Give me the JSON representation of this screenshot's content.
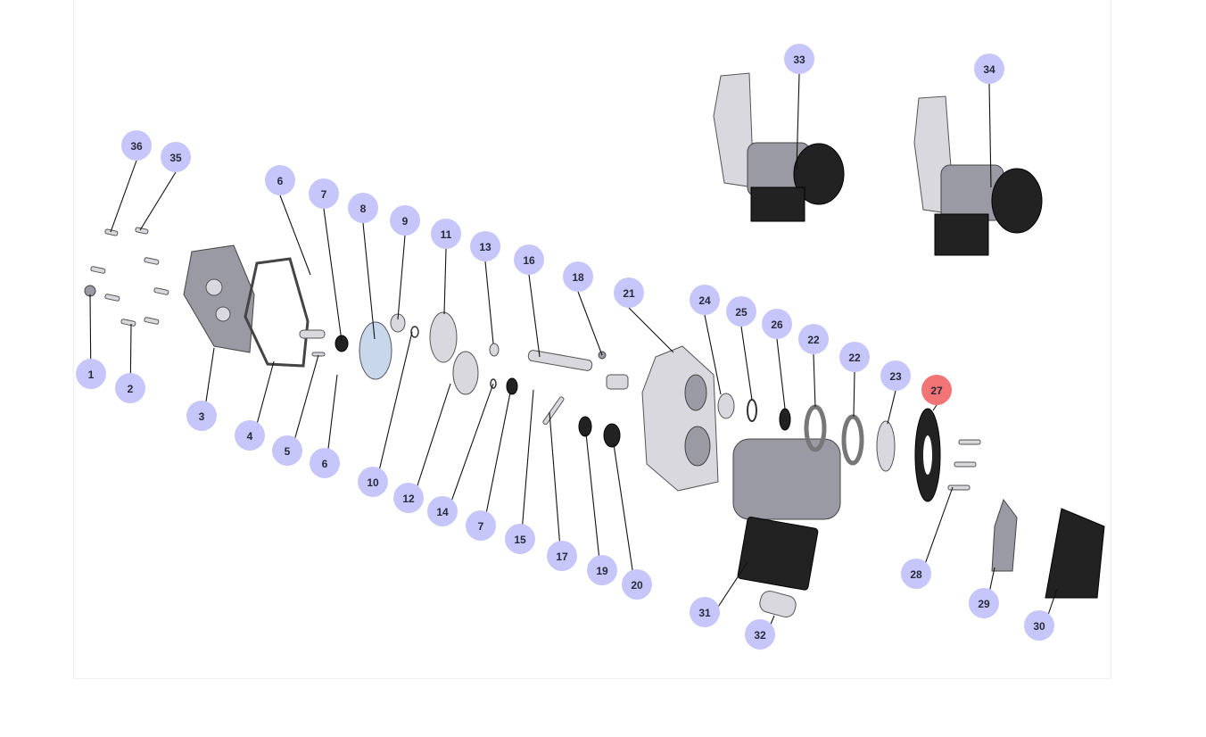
{
  "diagram": {
    "type": "exploded-parts-view",
    "highlight_color": "#f27474",
    "callout_color": "#c6c6fb",
    "callouts": [
      {
        "label": "36"
      },
      {
        "label": "35"
      },
      {
        "label": "6"
      },
      {
        "label": "7"
      },
      {
        "label": "8"
      },
      {
        "label": "9"
      },
      {
        "label": "11"
      },
      {
        "label": "13"
      },
      {
        "label": "16"
      },
      {
        "label": "18"
      },
      {
        "label": "21"
      },
      {
        "label": "24"
      },
      {
        "label": "25"
      },
      {
        "label": "26"
      },
      {
        "label": "22"
      },
      {
        "label": "22"
      },
      {
        "label": "23"
      },
      {
        "label": "27",
        "active": true
      },
      {
        "label": "33"
      },
      {
        "label": "34"
      },
      {
        "label": "1"
      },
      {
        "label": "2"
      },
      {
        "label": "3"
      },
      {
        "label": "4"
      },
      {
        "label": "5"
      },
      {
        "label": "6"
      },
      {
        "label": "10"
      },
      {
        "label": "12"
      },
      {
        "label": "14"
      },
      {
        "label": "7"
      },
      {
        "label": "15"
      },
      {
        "label": "17"
      },
      {
        "label": "19"
      },
      {
        "label": "20"
      },
      {
        "label": "31"
      },
      {
        "label": "32"
      },
      {
        "label": "28"
      },
      {
        "label": "29"
      },
      {
        "label": "30"
      }
    ]
  }
}
